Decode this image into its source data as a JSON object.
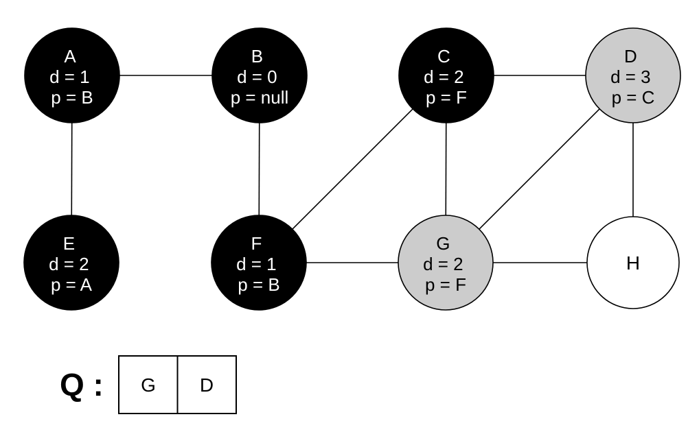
{
  "diagram_type": "bfs-graph-state",
  "colors": {
    "visited_fill": "#000000",
    "frontier_fill": "#cccccc",
    "unvisited_fill": "#ffffff",
    "stroke": "#000000",
    "text_on_dark": "#ffffff",
    "text_on_light": "#000000",
    "background": "#ffffff"
  },
  "nodes": [
    {
      "id": "A",
      "label": "A",
      "distance": "d = 1",
      "parent": "p = B",
      "state": "visited"
    },
    {
      "id": "B",
      "label": "B",
      "distance": "d = 0",
      "parent": "p = null",
      "state": "visited"
    },
    {
      "id": "C",
      "label": "C",
      "distance": "d = 2",
      "parent": "p = F",
      "state": "visited"
    },
    {
      "id": "D",
      "label": "D",
      "distance": "d = 3",
      "parent": "p = C",
      "state": "frontier"
    },
    {
      "id": "E",
      "label": "E",
      "distance": "d = 2",
      "parent": "p = A",
      "state": "visited"
    },
    {
      "id": "F",
      "label": "F",
      "distance": "d = 1",
      "parent": "p = B",
      "state": "visited"
    },
    {
      "id": "G",
      "label": "G",
      "distance": "d = 2",
      "parent": "p = F",
      "state": "frontier"
    },
    {
      "id": "H",
      "label": "H",
      "state": "unvisited"
    }
  ],
  "edges": [
    "A-B",
    "A-E",
    "B-F",
    "C-D",
    "C-F",
    "C-G",
    "D-G",
    "D-H",
    "F-G",
    "G-H"
  ],
  "queue": {
    "label": "Q :",
    "items": [
      "G",
      "D"
    ]
  }
}
